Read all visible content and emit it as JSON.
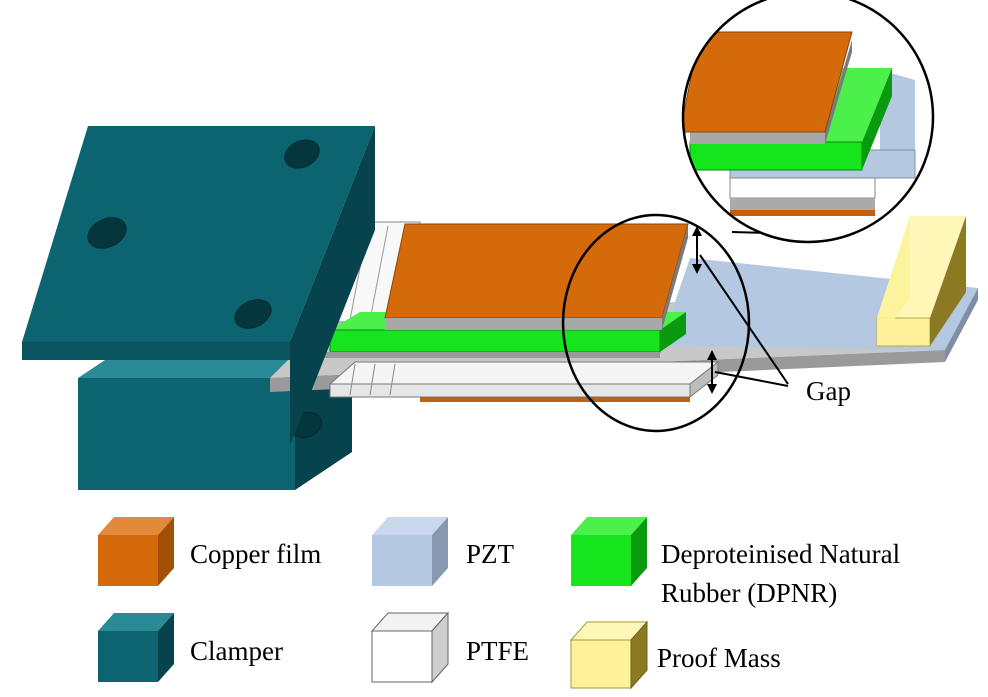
{
  "annotations": {
    "gap_label": "Gap"
  },
  "legend": {
    "items": [
      {
        "id": "copper",
        "lines": [
          "Copper film"
        ],
        "colors": {
          "front": "#d46a0a",
          "top": "#e08a3a",
          "side": "#a44f06"
        }
      },
      {
        "id": "pzt",
        "lines": [
          "PZT"
        ],
        "colors": {
          "front": "#b4c8e2",
          "top": "#c9d8ec",
          "side": "#8798b0"
        }
      },
      {
        "id": "dpnr",
        "lines": [
          "Deproteinised Natural",
          "Rubber (DPNR)"
        ],
        "colors": {
          "front": "#16e41c",
          "top": "#4cf04a",
          "side": "#0a9a10"
        }
      },
      {
        "id": "clamper",
        "lines": [
          "Clamper"
        ],
        "colors": {
          "front": "#0c6470",
          "top": "#2a8a96",
          "side": "#06434c"
        }
      },
      {
        "id": "ptfe",
        "lines": [
          "PTFE"
        ],
        "colors": {
          "front": "#ffffff",
          "top": "#f2f2f2",
          "side": "#cfcfcf"
        }
      },
      {
        "id": "proof-mass",
        "lines": [
          "Proof Mass"
        ],
        "colors": {
          "front": "#fdf29a",
          "top": "#fff7b8",
          "side": "#8c7a22"
        }
      }
    ]
  }
}
